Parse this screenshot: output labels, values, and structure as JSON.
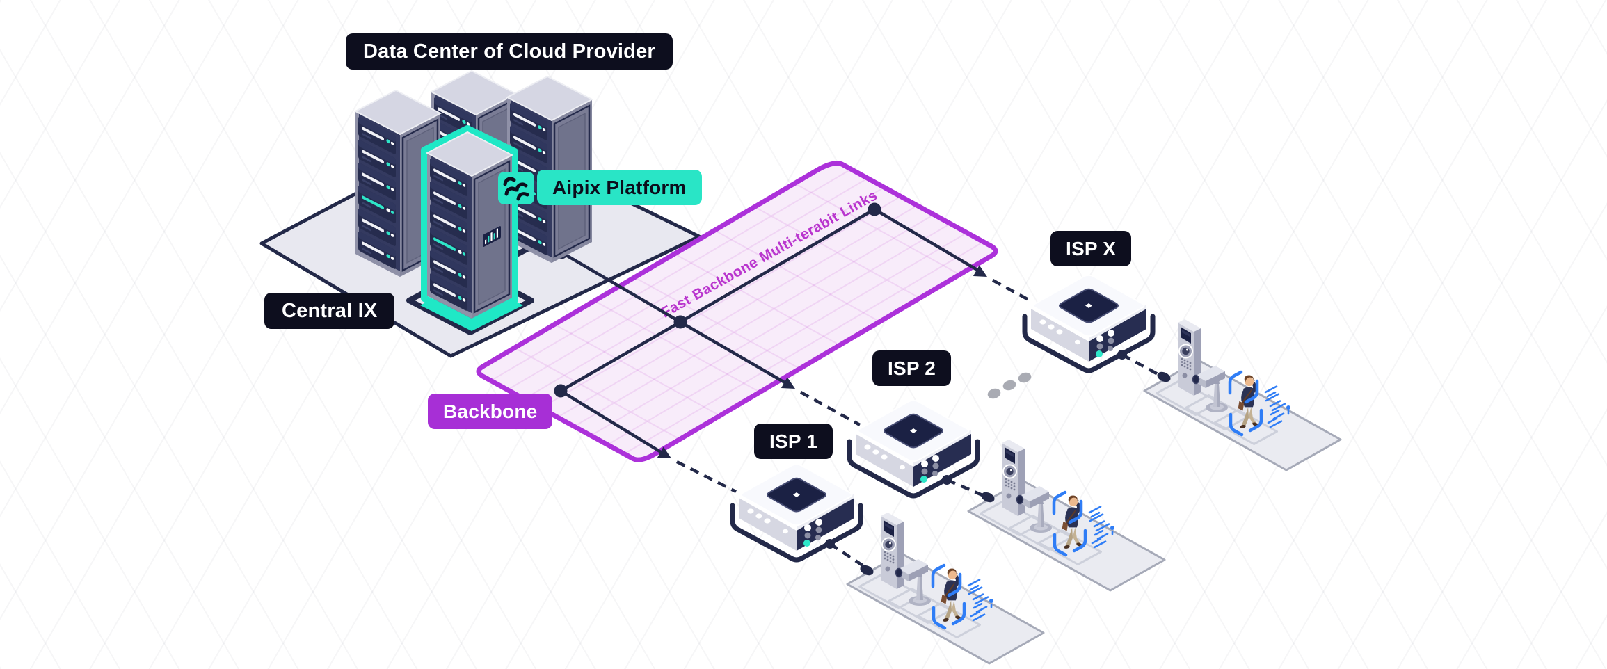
{
  "diagram": {
    "labels": {
      "data_center": "Data Center of Cloud Provider",
      "aipix_platform": "Aipix Platform",
      "central_ix": "Central IX",
      "backbone": "Backbone",
      "backbone_link": "Fast Backbone Multi-terabit Links",
      "isp_1": "ISP 1",
      "isp_2": "ISP 2",
      "isp_x": "ISP X"
    },
    "icons": {
      "aipix_logo": "wave-flow-icon",
      "ellipsis": "ellipsis-dots",
      "scene_items": [
        "intercom-pillar",
        "cctv-camera",
        "person-scan-brackets"
      ]
    },
    "colors": {
      "badge_black": "#0D0E1E",
      "accent_cyan": "#29E5C6",
      "accent_purple": "#A72FD6",
      "backbone_fill": "#F8ECFA",
      "line_navy": "#232949",
      "magenta_text": "#B935CE",
      "scan_blue": "#2F7DF6"
    }
  }
}
